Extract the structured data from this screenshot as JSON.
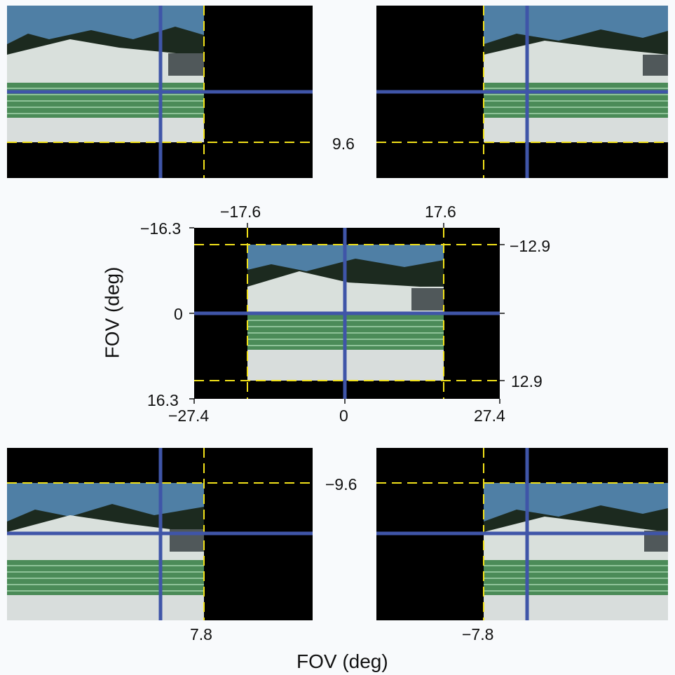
{
  "x_axis_title": "FOV (deg)",
  "y_axis_title": "FOV (deg)",
  "center": {
    "top_ticks": [
      "−17.6",
      "17.6"
    ],
    "bottom_ticks": [
      "−27.4",
      "0",
      "27.4"
    ],
    "left_ticks": [
      "−16.3",
      "0",
      "16.3"
    ],
    "right_ticks": [
      "−12.9",
      "12.9"
    ]
  },
  "offset_labels": {
    "top_row": "9.6",
    "bottom_row": "−9.6",
    "left_col": "7.8",
    "right_col": "−7.8"
  },
  "colors": {
    "crosshair": "#3f55a8",
    "guide": "#f2e21a",
    "background": "#f8fafc",
    "sky": "#4f7fa5",
    "snow": "#e6ebe8",
    "fence": "#2f7a3e",
    "trees": "#1c2a1f"
  },
  "panel_content": "ski-slope-scene-icon"
}
